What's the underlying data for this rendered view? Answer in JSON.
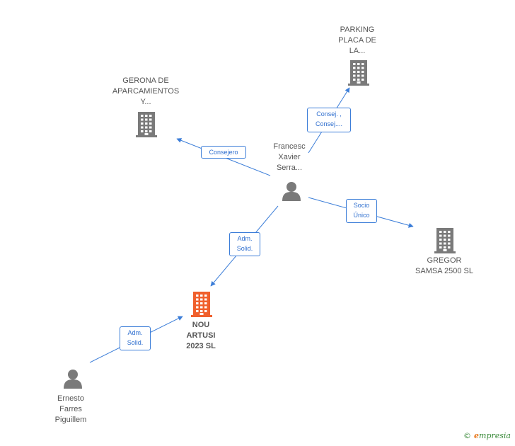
{
  "colors": {
    "edge": "#3b7dd8",
    "company_icon": "#7a7a7a",
    "main_company_icon": "#f0602d",
    "person_icon": "#7a7a7a"
  },
  "nodes": {
    "parking": {
      "label": "PARKING\nPLACA DE\nLA...",
      "icon": "building-icon"
    },
    "gerona": {
      "label": "GERONA DE\nAPARCAMIENTOS\nY...",
      "icon": "building-icon"
    },
    "francesc": {
      "label": "Francesc\nXavier\nSerra...",
      "icon": "person-icon"
    },
    "gregor": {
      "label": "GREGOR\nSAMSA 2500 SL",
      "icon": "building-icon"
    },
    "nou": {
      "label": "NOU\nARTUSI\n2023  SL",
      "icon": "building-icon"
    },
    "ernesto": {
      "label": "Ernesto\nFarres\nPiguillem",
      "icon": "person-icon"
    }
  },
  "edges": {
    "to_parking": "Consej. ,\nConsej....",
    "to_gerona": "Consejero",
    "to_gregor": "Socio\nÚnico",
    "francesc_to_nou": "Adm.\nSolid.",
    "ernesto_to_nou": "Adm.\nSolid."
  },
  "footer": {
    "copyright": "©",
    "brand_initial": "e",
    "brand_rest": "mpresia"
  }
}
